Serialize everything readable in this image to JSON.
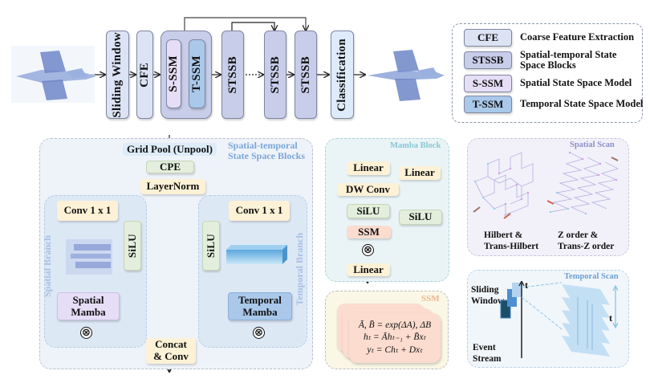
{
  "pipeline": {
    "sliding_window": "Sliding Window",
    "cfe": "CFE",
    "s_ssm": "S-SSM",
    "t_ssm": "T-SSM",
    "stssb_1": "STSSB",
    "stssb_2": "STSSB",
    "stssb_3": "STSSB",
    "classification": "Classification",
    "input_image": "event-point-cloud-airplane-input",
    "output_image": "event-point-cloud-airplane-output"
  },
  "legend": {
    "items": [
      {
        "key": "CFE",
        "label": "Coarse Feature Extraction",
        "color": "#dce3f4"
      },
      {
        "key": "STSSB",
        "label": "Spatial-temporal State Space Blocks",
        "color": "#c8cde9"
      },
      {
        "key": "S-SSM",
        "label": "Spatial State Space Model",
        "color": "#e6def6"
      },
      {
        "key": "T-SSM",
        "label": "Temporal State Space Model",
        "color": "#a9c8ea"
      }
    ]
  },
  "stssb_detail": {
    "title": "Spatial-temporal State Space Blocks",
    "title_line1": "Spatial-temporal",
    "title_line2": "State Space Blocks",
    "grid_pool": "Grid Pool (Unpool)",
    "cpe": "CPE",
    "layernorm": "LayerNorm",
    "spatial_branch": {
      "label": "Spatial Branch",
      "conv": "Conv 1 x 1",
      "silu": "SiLU",
      "mamba_line1": "Spatial",
      "mamba_line2": "Mamba"
    },
    "temporal_branch": {
      "label": "Temporal Branch",
      "conv": "Conv 1 x 1",
      "silu": "SiLU",
      "mamba_line1": "Temporal",
      "mamba_line2": "Mamba"
    },
    "concat_line1": "Concat",
    "concat_line2": "& Conv",
    "multiply_symbol": "⊗"
  },
  "mamba_block": {
    "title": "Mamba Block",
    "linear_in": "Linear",
    "dw_conv": "DW Conv",
    "silu_left": "SiLU",
    "ssm": "SSM",
    "linear_gate": "Linear",
    "silu_right": "SiLU",
    "linear_out": "Linear",
    "multiply_symbol": "⊗"
  },
  "ssm_panel": {
    "title": "SSM",
    "eq1": "Ā, B̄ = exp(ΔA), ΔB",
    "eq2": "hₜ = Āhₜ₋₁ + B̄xₜ",
    "eq3": "yₜ = Chₜ + Dxₜ"
  },
  "spatial_scan": {
    "title": "Spatial Scan",
    "left_line1": "Hilbert &",
    "left_line2": "Trans-Hilbert",
    "right_line1": "Z order &",
    "right_line2": "Trans-Z order"
  },
  "temporal_scan": {
    "title": "Temporal Scan",
    "sliding_line1": "Sliding",
    "sliding_line2": "Window",
    "event_line1": "Event",
    "event_line2": "Stream",
    "t_axis": "t",
    "t_depth": "t"
  },
  "colors": {
    "stssb": "#c8cde9",
    "cfe": "#dce3f4",
    "s_ssm": "#e6def6",
    "t_ssm": "#a9c8ea",
    "cream": "#fdf1d6",
    "green": "#e3eedc",
    "ssm_pink": "#fbdccf",
    "caption_blue": "#7aa6d8"
  }
}
